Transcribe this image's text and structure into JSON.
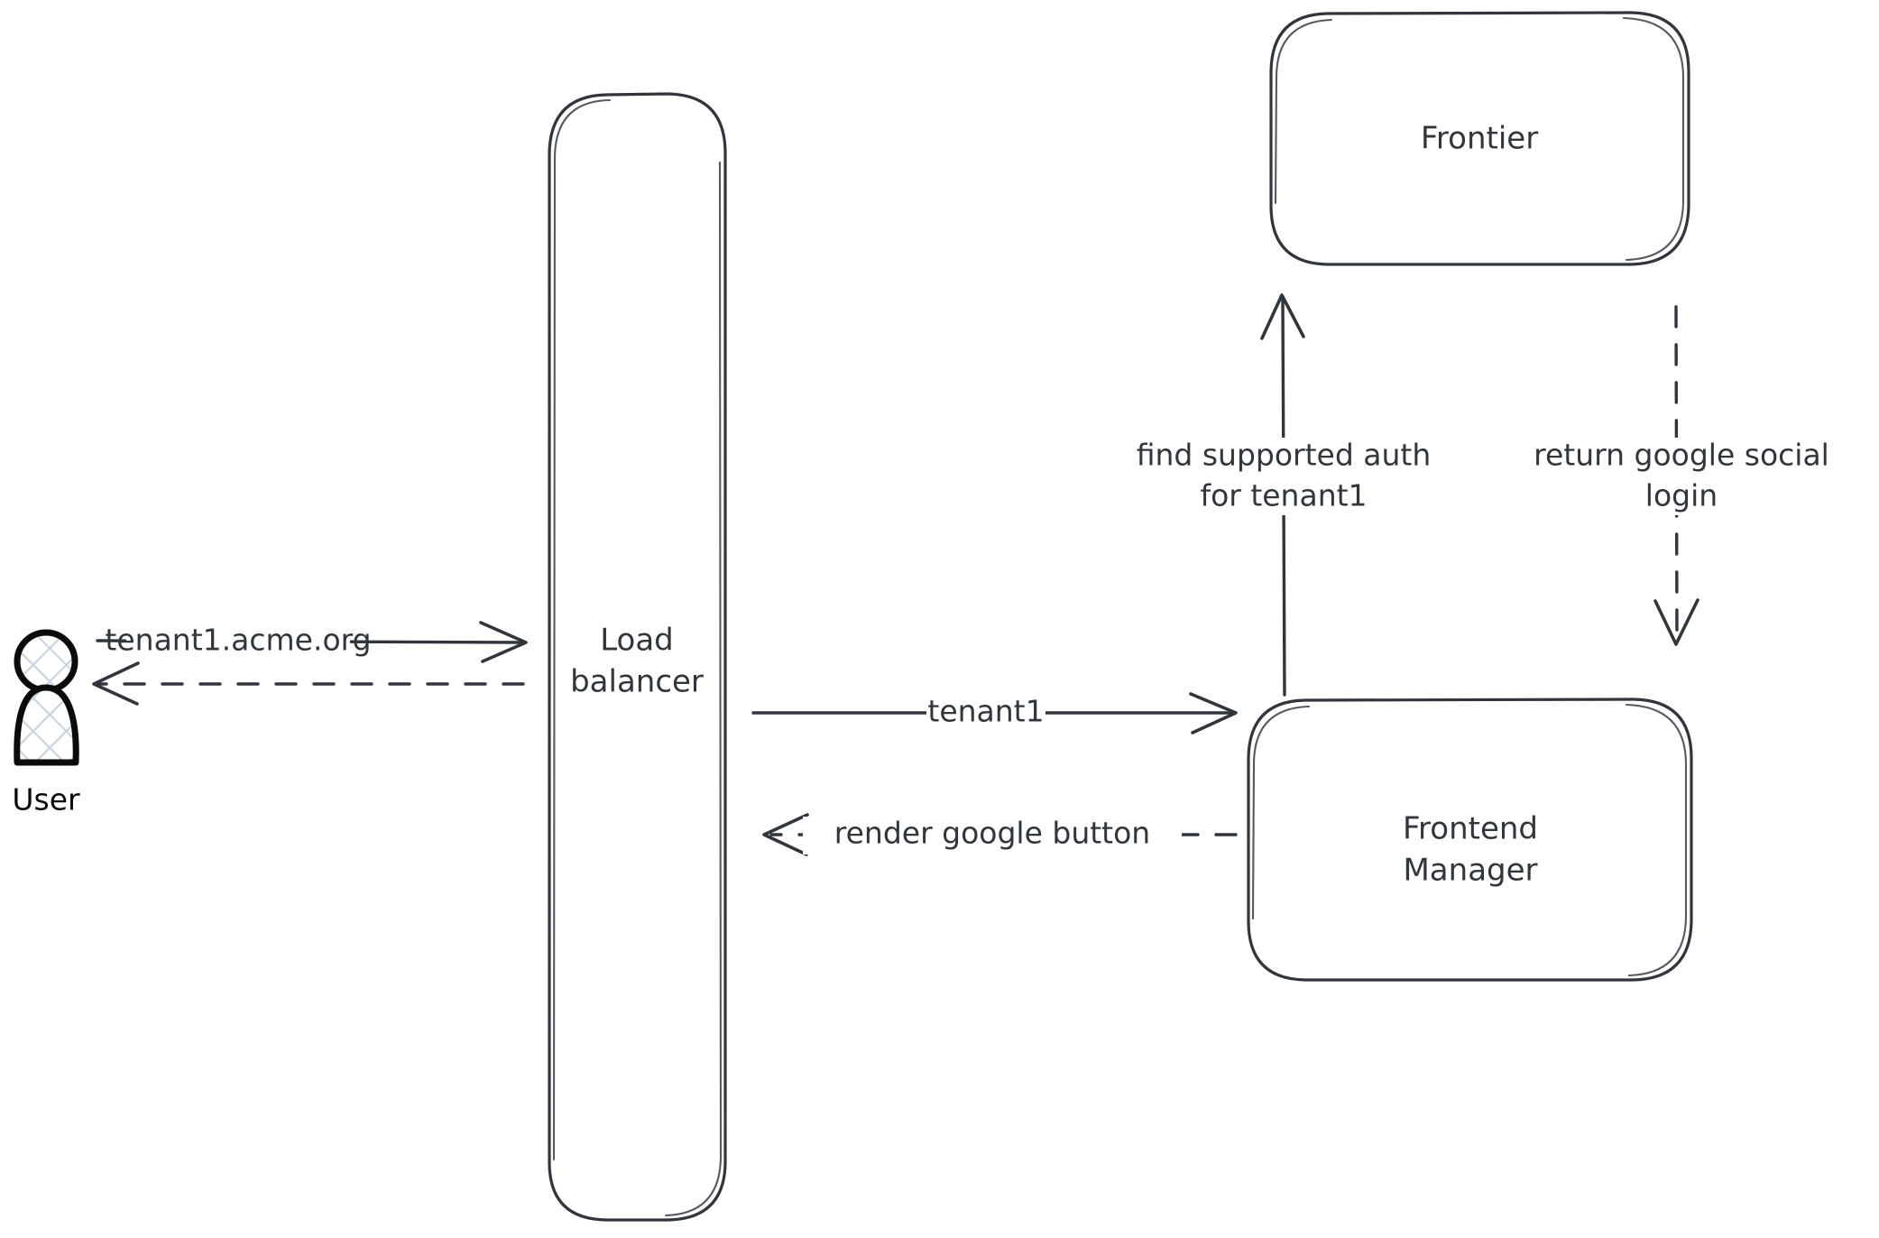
{
  "diagram": {
    "title": "Tenant auth resolution flow",
    "background_color": "#ffffff",
    "stroke_color": "#31363c",
    "actor_stroke_color": "#0b0b0b",
    "hatch_color": "#c8d2dc",
    "style": "hand-drawn"
  },
  "actors": [
    {
      "id": "user",
      "label": "User",
      "icon": "person-icon"
    }
  ],
  "nodes": [
    {
      "id": "load-balancer",
      "label_line1": "Load",
      "label_line2": "balancer",
      "shape": "rounded-rectangle"
    },
    {
      "id": "frontier",
      "label_line1": "Frontier",
      "label_line2": "",
      "shape": "rounded-rectangle"
    },
    {
      "id": "frontend-manager",
      "label_line1": "Frontend",
      "label_line2": "Manager",
      "shape": "rounded-rectangle"
    }
  ],
  "edges": [
    {
      "id": "user-to-lb",
      "label": "tenant1.acme.org",
      "from": "user",
      "to": "load-balancer",
      "style": "solid",
      "direction": "right"
    },
    {
      "id": "lb-to-user",
      "label": "",
      "from": "load-balancer",
      "to": "user",
      "style": "dashed",
      "direction": "left"
    },
    {
      "id": "lb-to-fm",
      "label": "tenant1",
      "from": "load-balancer",
      "to": "frontend-manager",
      "style": "solid",
      "direction": "right"
    },
    {
      "id": "fm-to-lb",
      "label": "render google button",
      "from": "frontend-manager",
      "to": "load-balancer",
      "style": "dashed",
      "direction": "left"
    },
    {
      "id": "fm-to-frontier",
      "label_line1": "find supported auth",
      "label_line2": "for tenant1",
      "from": "frontend-manager",
      "to": "frontier",
      "style": "solid",
      "direction": "up"
    },
    {
      "id": "frontier-to-fm",
      "label_line1": "return google social",
      "label_line2": "login",
      "from": "frontier",
      "to": "frontend-manager",
      "style": "dashed",
      "direction": "down"
    }
  ]
}
